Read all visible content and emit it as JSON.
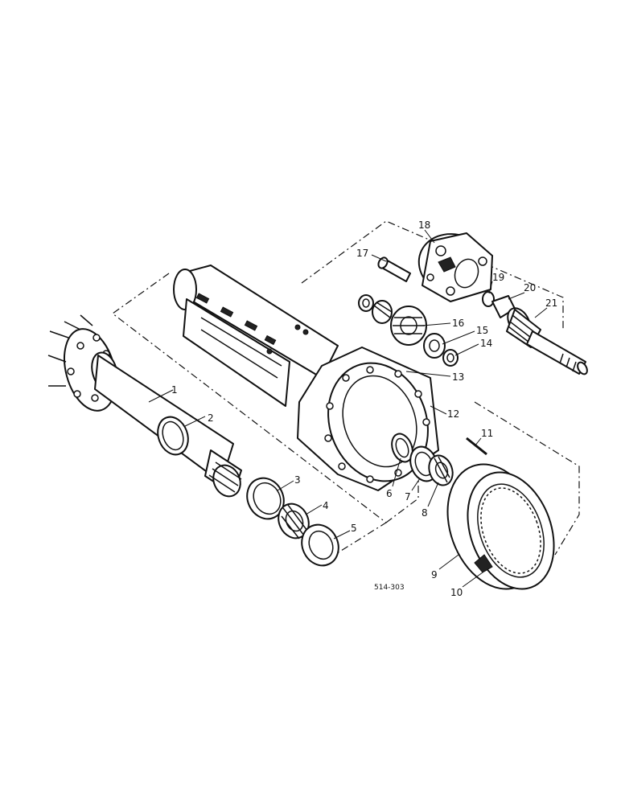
{
  "figure_ref": "514-303",
  "callouts": [
    "1",
    "2",
    "3",
    "4",
    "5",
    "6",
    "7",
    "8",
    "9",
    "10",
    "11",
    "12",
    "13",
    "14",
    "15",
    "16",
    "17",
    "18",
    "19",
    "20",
    "21"
  ]
}
